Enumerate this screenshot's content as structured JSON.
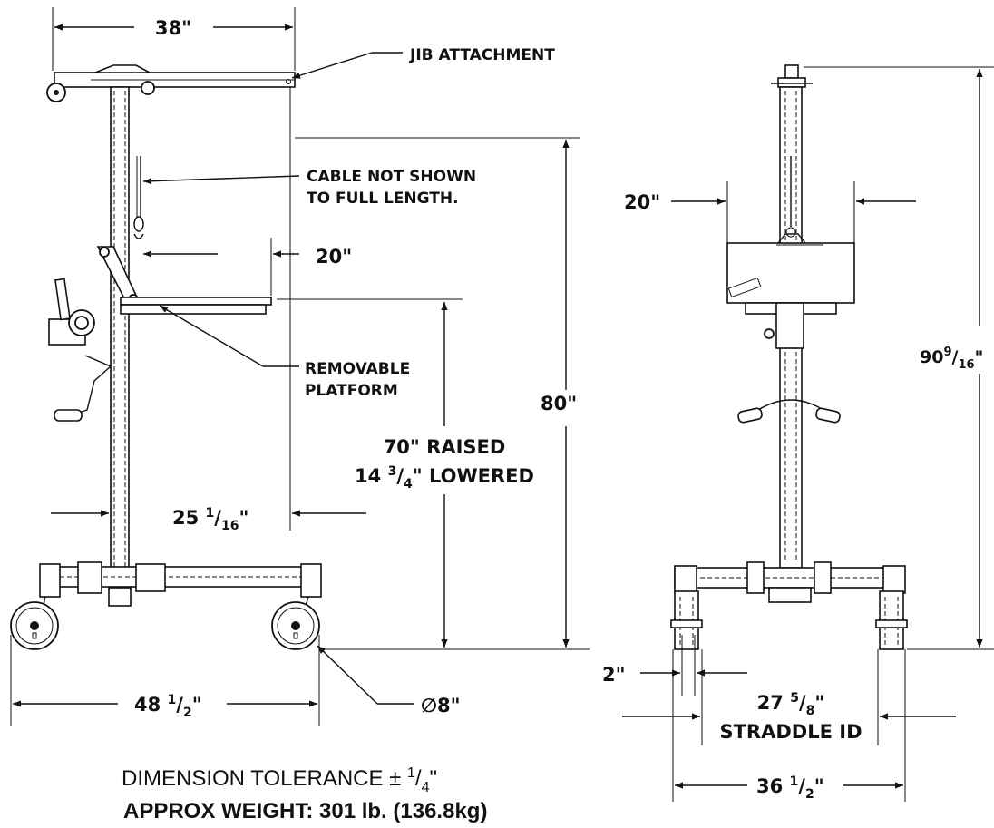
{
  "dimensions": {
    "jib_width": "38\"",
    "jib_attachment": "JIB ATTACHMENT",
    "cable_note_line1": "CABLE NOT SHOWN",
    "cable_note_line2": "TO FULL LENGTH.",
    "platform_width_side": "20\"",
    "platform_label_line1": "REMOVABLE",
    "platform_label_line2": "PLATFORM",
    "overall_height": "80\"",
    "raised": "70\" RAISED",
    "lowered_whole": "14 ",
    "lowered_num": "3",
    "lowered_den": "4",
    "lowered_suffix": "\" LOWERED",
    "mast_offset_whole": "25 ",
    "mast_offset_num": "1",
    "mast_offset_den": "16",
    "base_length_whole": "48 ",
    "base_length_num": "1",
    "base_length_den": "2",
    "wheel_diameter": "∅8\"",
    "platform_width_front": "20\"",
    "front_height_whole": "90",
    "front_height_num": "9",
    "front_height_den": "16",
    "leg_width": "2\"",
    "straddle_whole": "27 ",
    "straddle_num": "5",
    "straddle_den": "8",
    "straddle_label": "STRADDLE ID",
    "overall_width_whole": "36 ",
    "overall_width_num": "1",
    "overall_width_den": "2"
  },
  "footer": {
    "tolerance_prefix": "DIMENSION TOLERANCE ± ",
    "tolerance_num": "1",
    "tolerance_den": "4",
    "weight": "APPROX WEIGHT: 301 lb.  (136.8kg)"
  }
}
